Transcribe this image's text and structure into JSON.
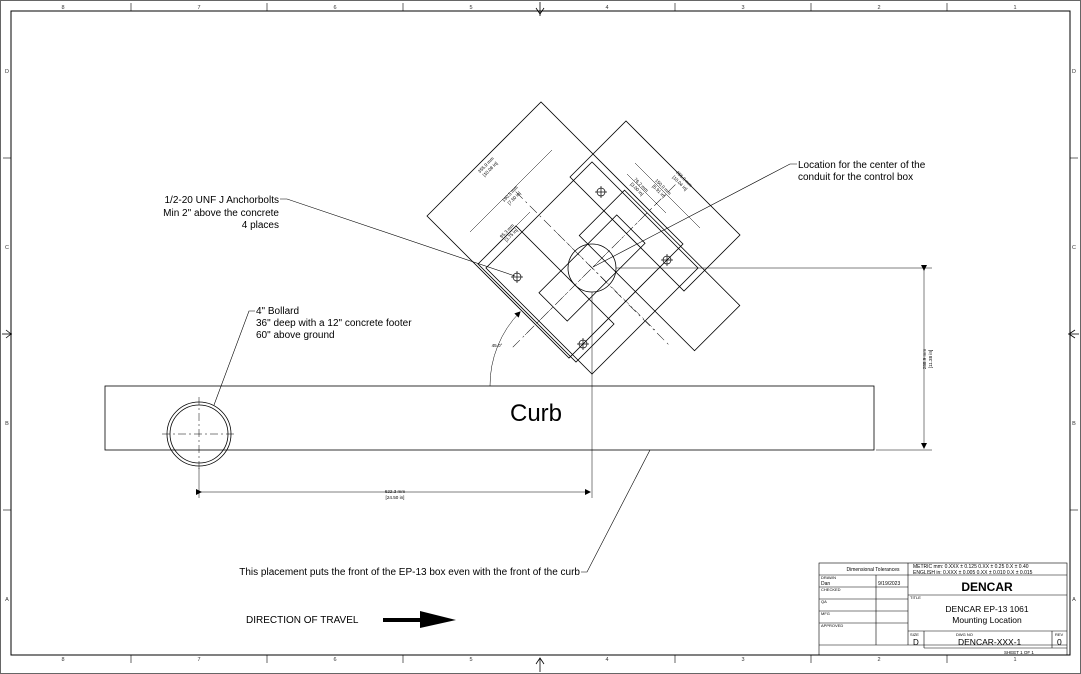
{
  "drawing": {
    "curb_label": "Curb",
    "notes": {
      "anchorbolts": [
        "1/2-20 UNF J Anchorbolts",
        "Min 2\" above the concrete",
        "4 places"
      ],
      "conduit": [
        "Location for the center of the",
        "conduit for the control box"
      ],
      "bollard": [
        "4\" Bollard",
        "36\" deep with a 12\" concrete footer",
        "60\" above ground"
      ],
      "placement": "This placement puts the front of the EP-13 box even with the front of the curb",
      "direction": "DIRECTION OF TRAVEL"
    },
    "dimensions": {
      "bollard_offset": [
        "622.3 mm",
        "[24.50 in]"
      ],
      "curb_height": [
        "288.9 mm",
        "[11.38 in]"
      ],
      "angle": "45.0°",
      "d1": [
        "355.9 mm",
        "[10.08 in]"
      ],
      "d2": [
        "190.5 mm",
        "[7.50 in]"
      ],
      "d3": [
        "95.3 mm",
        "[3.75 in]"
      ],
      "d4": [
        "255.0 mm",
        "[10.04 in]"
      ],
      "d5": [
        "150.0 mm",
        "[5.91 in]"
      ],
      "d6": [
        "76.2 mm",
        "[3.00 in]"
      ]
    }
  },
  "border": {
    "columns": [
      "8",
      "7",
      "6",
      "5",
      "4",
      "3",
      "2",
      "1"
    ],
    "rows": [
      "D",
      "C",
      "B",
      "A"
    ]
  },
  "title_block": {
    "tolerances_label": "Dimensional Tolerances",
    "metric": "METRIC mm: 0.XXX ± 0.125   0.XX ± 0.25   0.X ± 0.40",
    "english": "ENGLISH in: 0.XXX ± 0.005   0.XX ± 0.010   0.X ± 0.015",
    "drawn_label": "DRAWN",
    "drawn_by": "Dan",
    "drawn_date": "9/19/2023",
    "checked_label": "CHECKED",
    "qa_label": "QA",
    "mfg_label": "MFG",
    "approved_label": "APPROVED",
    "company": "DENCAR",
    "title_label": "TITLE",
    "title_line1": "DENCAR EP-13 1061",
    "title_line2": "Mounting Location",
    "size_label": "SIZE",
    "size": "D",
    "dwg_label": "DWG NO",
    "dwg_no": "DENCAR-XXX-1",
    "rev_label": "REV",
    "rev": "0",
    "sheet": "SHEET 1  OF 1"
  }
}
